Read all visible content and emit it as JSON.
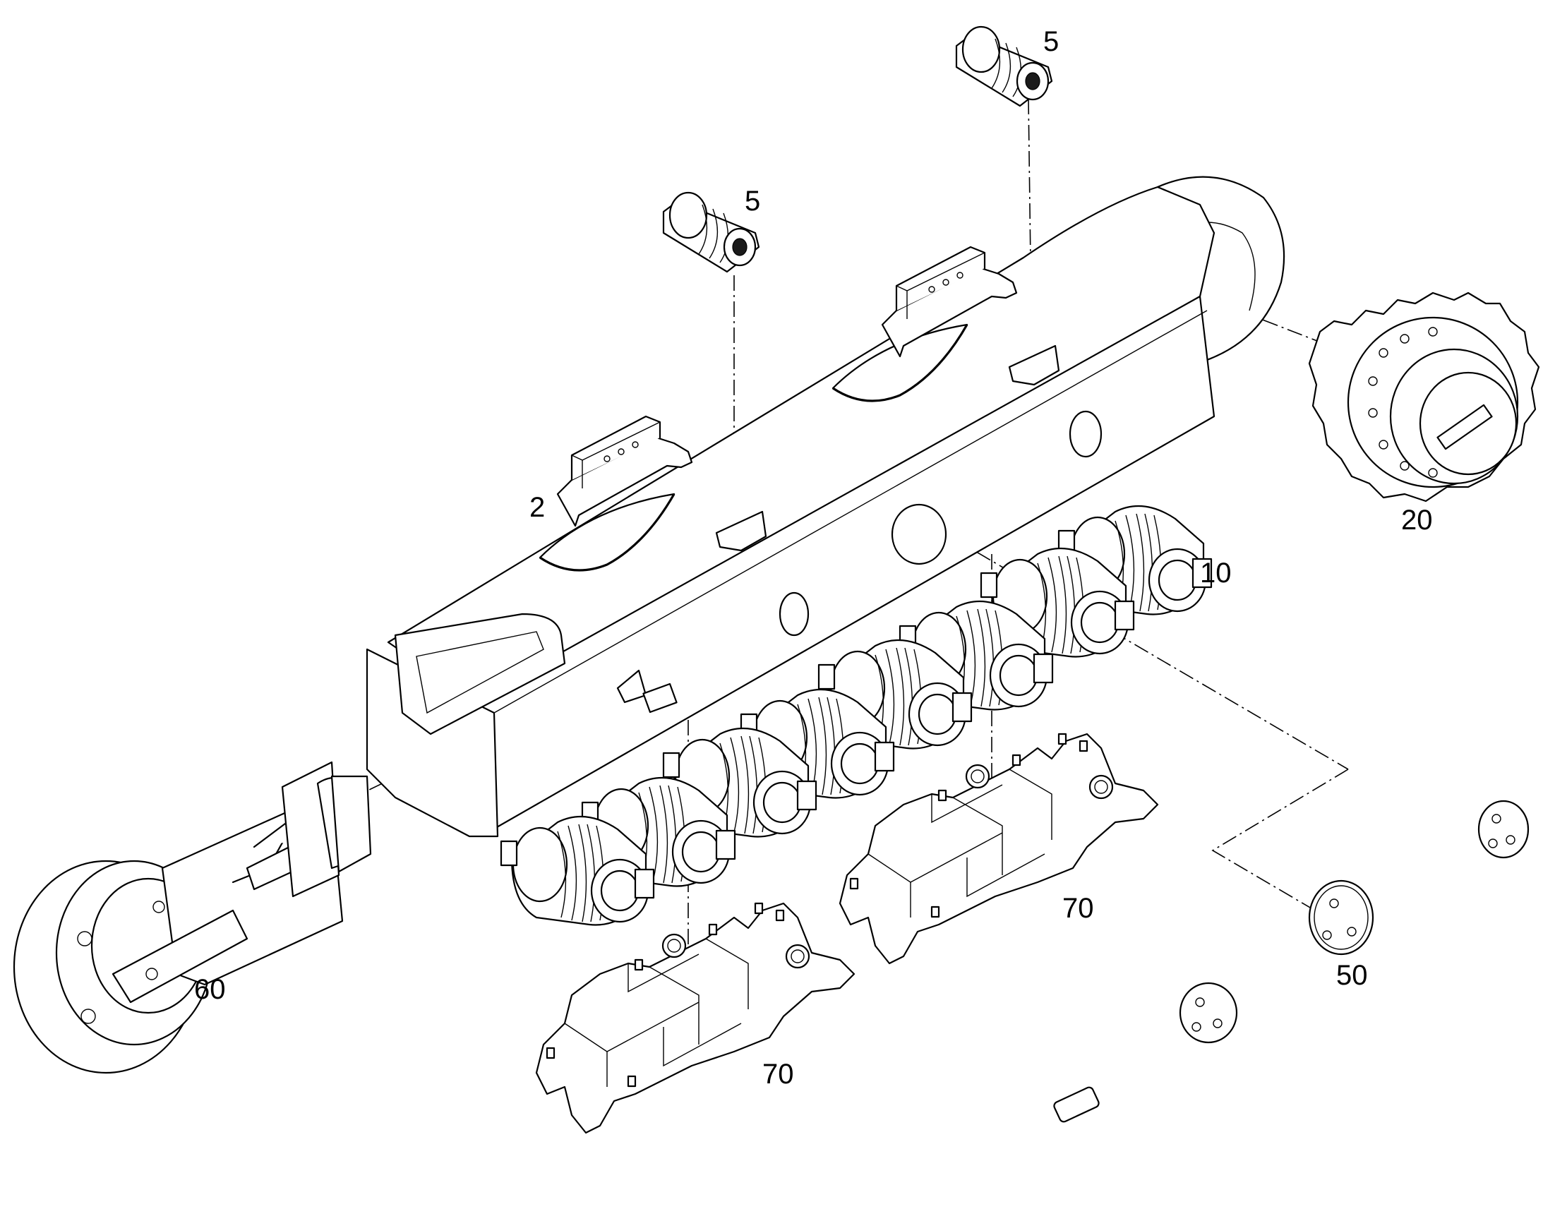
{
  "callouts": {
    "c2": "2",
    "c5_left": "5",
    "c5_right": "5",
    "c10": "10",
    "c20": "20",
    "c50": "50",
    "c60": "60",
    "c70_left": "70",
    "c70_right": "70"
  },
  "colors": {
    "line": "#000000",
    "fill": "#ffffff",
    "background": "#ffffff"
  }
}
